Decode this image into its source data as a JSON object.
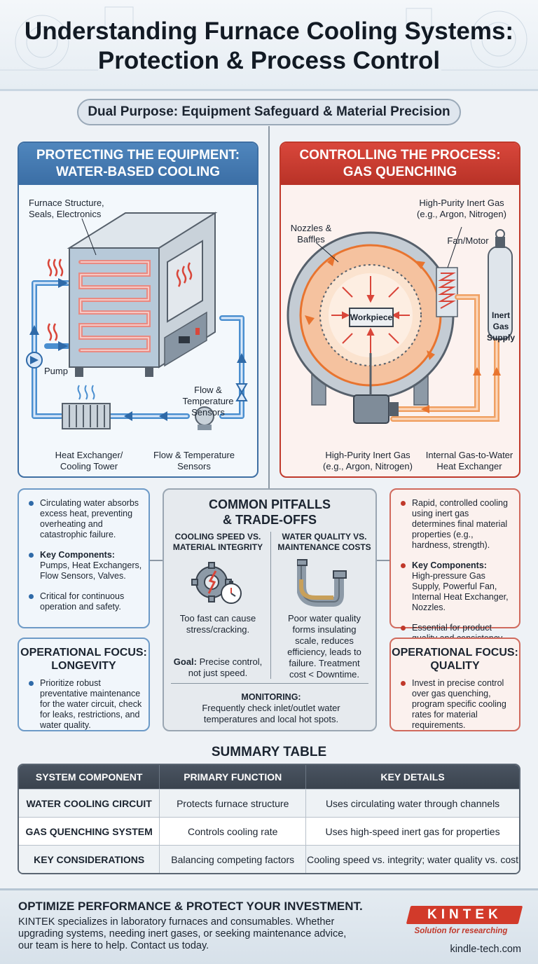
{
  "header": {
    "title_line1": "Understanding Furnace Cooling Systems:",
    "title_line2": "Protection & Process Control",
    "banner": "Dual Purpose: Equipment Safeguard & Material Precision"
  },
  "left_panel": {
    "title_line1": "PROTECTING THE EQUIPMENT:",
    "title_line2": "WATER-BASED COOLING",
    "labels": {
      "structure_line1": "Furnace Structure,",
      "structure_line2": "Seals, Electronics",
      "pump": "Pump",
      "sensors_right_line1": "Flow &",
      "sensors_right_line2": "Temperature",
      "sensors_right_line3": "Sensors",
      "hx_line1": "Heat Exchanger/",
      "hx_line2": "Cooling Tower",
      "sensors_bottom_line1": "Flow & Temperature",
      "sensors_bottom_line2": "Sensors"
    },
    "colors": {
      "accent": "#3b6ea5",
      "water": "#4a8fd0"
    }
  },
  "right_panel": {
    "title_line1": "CONTROLLING THE PROCESS:",
    "title_line2": "GAS QUENCHING",
    "labels": {
      "gas_top_line1": "High-Purity Inert Gas",
      "gas_top_line2": "(e.g., Argon, Nitrogen)",
      "nozzles_line1": "Nozzles &",
      "nozzles_line2": "Baffles",
      "fan": "Fan/Motor",
      "workpiece": "Workpiece",
      "supply_line1": "Inert",
      "supply_line2": "Gas",
      "supply_line3": "Supply",
      "gas_bottom_line1": "High-Purity Inert Gas",
      "gas_bottom_line2": "(e.g., Argon, Nitrogen)",
      "ihx_line1": "Internal Gas-to-Water",
      "ihx_line2": "Heat Exchanger"
    },
    "colors": {
      "accent": "#c0392b",
      "gas": "#f08a3c"
    }
  },
  "left_info": {
    "b1": "Circulating water absorbs excess heat, preventing overheating and catastrophic failure.",
    "b2_title": "Key Components:",
    "b2": "Pumps, Heat Exchangers, Flow Sensors, Valves.",
    "b3": "Critical for continuous operation and safety."
  },
  "left_focus": {
    "title_line1": "OPERATIONAL FOCUS:",
    "title_line2": "LONGEVITY",
    "b1": "Prioritize robust preventative maintenance for the water circuit, check for leaks, restrictions, and water quality."
  },
  "right_info": {
    "b1": "Rapid, controlled cooling using inert gas determines final material properties (e.g., hardness, strength).",
    "b2_title": "Key Components:",
    "b2": "High-pressure Gas Supply, Powerful Fan, Internal Heat Exchanger, Nozzles.",
    "b3": "Essential for product quality and consistency."
  },
  "right_focus": {
    "title_line1": "OPERATIONAL FOCUS:",
    "title_line2": "QUALITY",
    "b1": "Invest in precise control over gas quenching, program specific cooling rates for material requirements."
  },
  "pitfalls": {
    "title_line1": "COMMON PITFALLS",
    "title_line2": "& TRADE-OFFS",
    "col1_h1": "COOLING SPEED VS.",
    "col1_h2": "MATERIAL INTEGRITY",
    "col1_t1": "Too fast can cause",
    "col1_t2": "stress/cracking.",
    "col1_goal_label": "Goal:",
    "col1_goal": "Precise control,",
    "col1_goal2": "not just speed.",
    "col2_h1": "WATER QUALITY VS.",
    "col2_h2": "MAINTENANCE COSTS",
    "col2_t1": "Poor water quality",
    "col2_t2": "forms insulating",
    "col2_t3": "scale, reduces",
    "col2_t4": "efficiency, leads to",
    "col2_t5": "failure. Treatment",
    "col2_t6": "cost < Downtime.",
    "mon_label": "MONITORING:",
    "mon_t1": "Frequently check inlet/outlet water",
    "mon_t2": "temperatures and local hot spots."
  },
  "summary": {
    "title": "SUMMARY TABLE",
    "headers": [
      "SYSTEM COMPONENT",
      "PRIMARY FUNCTION",
      "KEY DETAILS"
    ],
    "rows": [
      [
        "WATER COOLING CIRCUIT",
        "Protects furnace structure",
        "Uses circulating water through channels"
      ],
      [
        "GAS QUENCHING SYSTEM",
        "Controls cooling rate",
        "Uses high-speed inert gas for properties"
      ],
      [
        "KEY CONSIDERATIONS",
        "Balancing competing factors",
        "Cooling speed vs. integrity; water quality vs. cost"
      ]
    ]
  },
  "footer": {
    "heading": "OPTIMIZE PERFORMANCE & PROTECT YOUR INVESTMENT.",
    "text": "KINTEK specializes in laboratory furnaces and consumables. Whether upgrading systems, needing inert gases, or seeking maintenance advice, our team is here to help. Contact us today.",
    "logo": "KINTEK",
    "slogan": "Solution for researching",
    "site": "kindle-tech.com"
  }
}
